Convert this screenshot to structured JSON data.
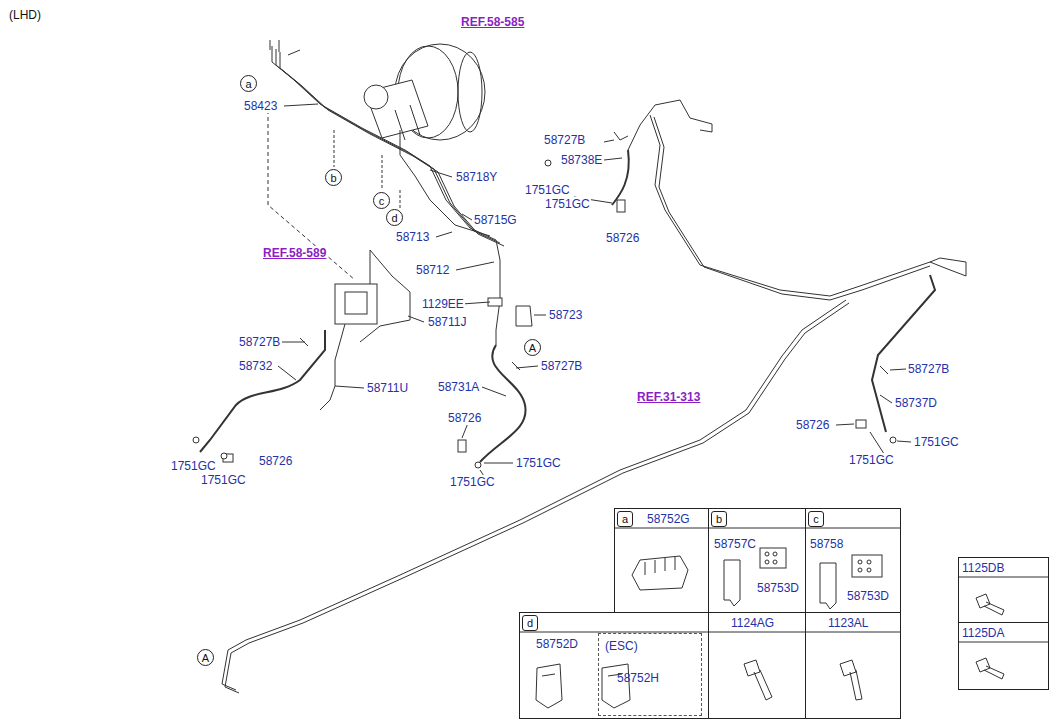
{
  "diagram": {
    "nodes": [
      {
        "text": [
          "a"
        ]
      },
      {
        "text": [
          "b"
        ]
      },
      {
        "text": [
          "c"
        ]
      },
      {
        "text": [
          "d"
        ]
      },
      {
        "text": [
          "A"
        ]
      },
      {
        "text": [
          "A"
        ]
      },
      {
        "text": [
          "58752G"
        ]
      },
      {
        "text": [
          "a"
        ],
        "in": 6
      },
      {
        "text": [
          "58757C",
          "58753D"
        ]
      },
      {
        "text": [
          "b"
        ],
        "in": 8
      },
      {
        "text": [
          "58758",
          "58753D"
        ]
      },
      {
        "text": [
          "c"
        ],
        "in": 10
      },
      {
        "text": [
          "58752D"
        ]
      },
      {
        "text": [
          "d"
        ],
        "in": 12
      },
      {
        "text": [
          "(ESC)",
          "58752H"
        ],
        "in": 12
      },
      {
        "text": [
          "1124AG"
        ]
      },
      {
        "text": [
          "1123AL"
        ]
      },
      {
        "text": [
          "1125DB"
        ]
      },
      {
        "text": [
          "1125DA"
        ]
      }
    ],
    "labels": [
      "(LHD)",
      "REF.58-585",
      "58423",
      "58718Y",
      "58715G",
      "58713",
      "58712",
      "REF.58-589",
      "1129EE",
      "58723",
      "58711J",
      "58727B",
      "58732",
      "58711U",
      "58727B",
      "58731A",
      "58726",
      "1751GC",
      "1751GC",
      "1751GC",
      "58726",
      "1751GC",
      "58727B",
      "58738E",
      "1751GC",
      "1751GC",
      "58726",
      "REF.31-313",
      "58727B",
      "58737D",
      "58726",
      "1751GC",
      "1751GC"
    ]
  }
}
